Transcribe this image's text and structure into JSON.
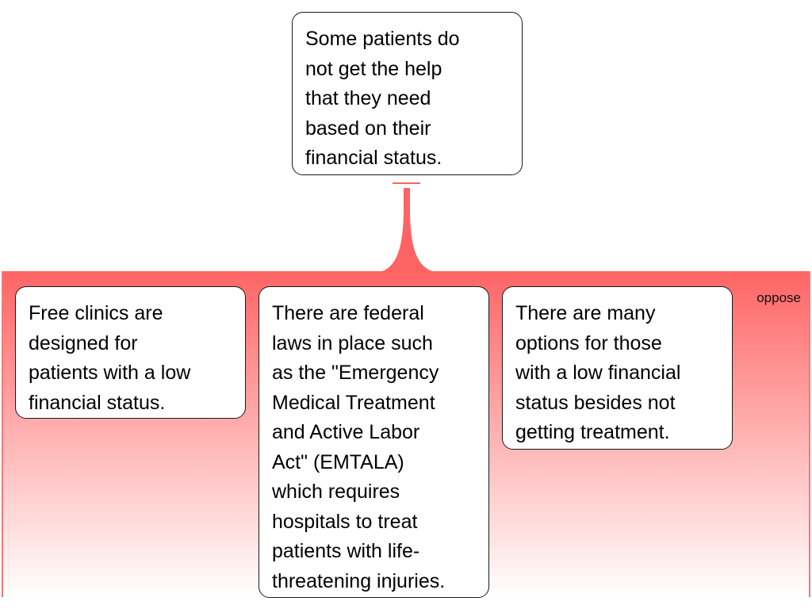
{
  "colors": {
    "oppose_fill": "#ff6464",
    "oppose_fill_bottom": "#ffffff",
    "oppose_edge": "#f47878",
    "node_border": "#1a1a1a"
  },
  "claim": {
    "text": "Some patients do\nnot get the help\nthat they need\nbased on their\nfinancial status."
  },
  "relation": {
    "label": "oppose"
  },
  "reasons": [
    {
      "text": "Free clinics are\ndesigned for\npatients with a low\nfinancial status."
    },
    {
      "text": "There are federal\nlaws in place such\nas the \"Emergency\nMedical Treatment\nand Active Labor\nAct\" (EMTALA)\nwhich requires\nhospitals to treat\npatients with life-\nthreatening injuries."
    },
    {
      "text": "There are many\noptions for those\nwith a low financial\nstatus besides not\ngetting treatment."
    }
  ]
}
